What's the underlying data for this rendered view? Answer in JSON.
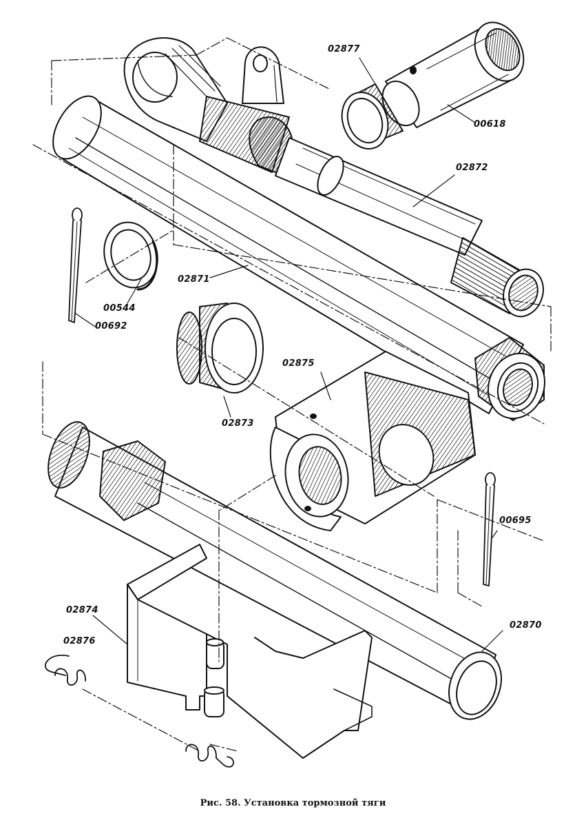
{
  "caption": "Рис. 58. Установка тормозной тяги",
  "parts": {
    "p02877": "02877",
    "p00618": "00618",
    "p02872": "02872",
    "p00544": "00544",
    "p00692": "00692",
    "p02871": "02871",
    "p02875": "02875",
    "p02873": "02873",
    "p00695": "00695",
    "p02874": "02874",
    "p02876": "02876",
    "p02870": "02870"
  }
}
